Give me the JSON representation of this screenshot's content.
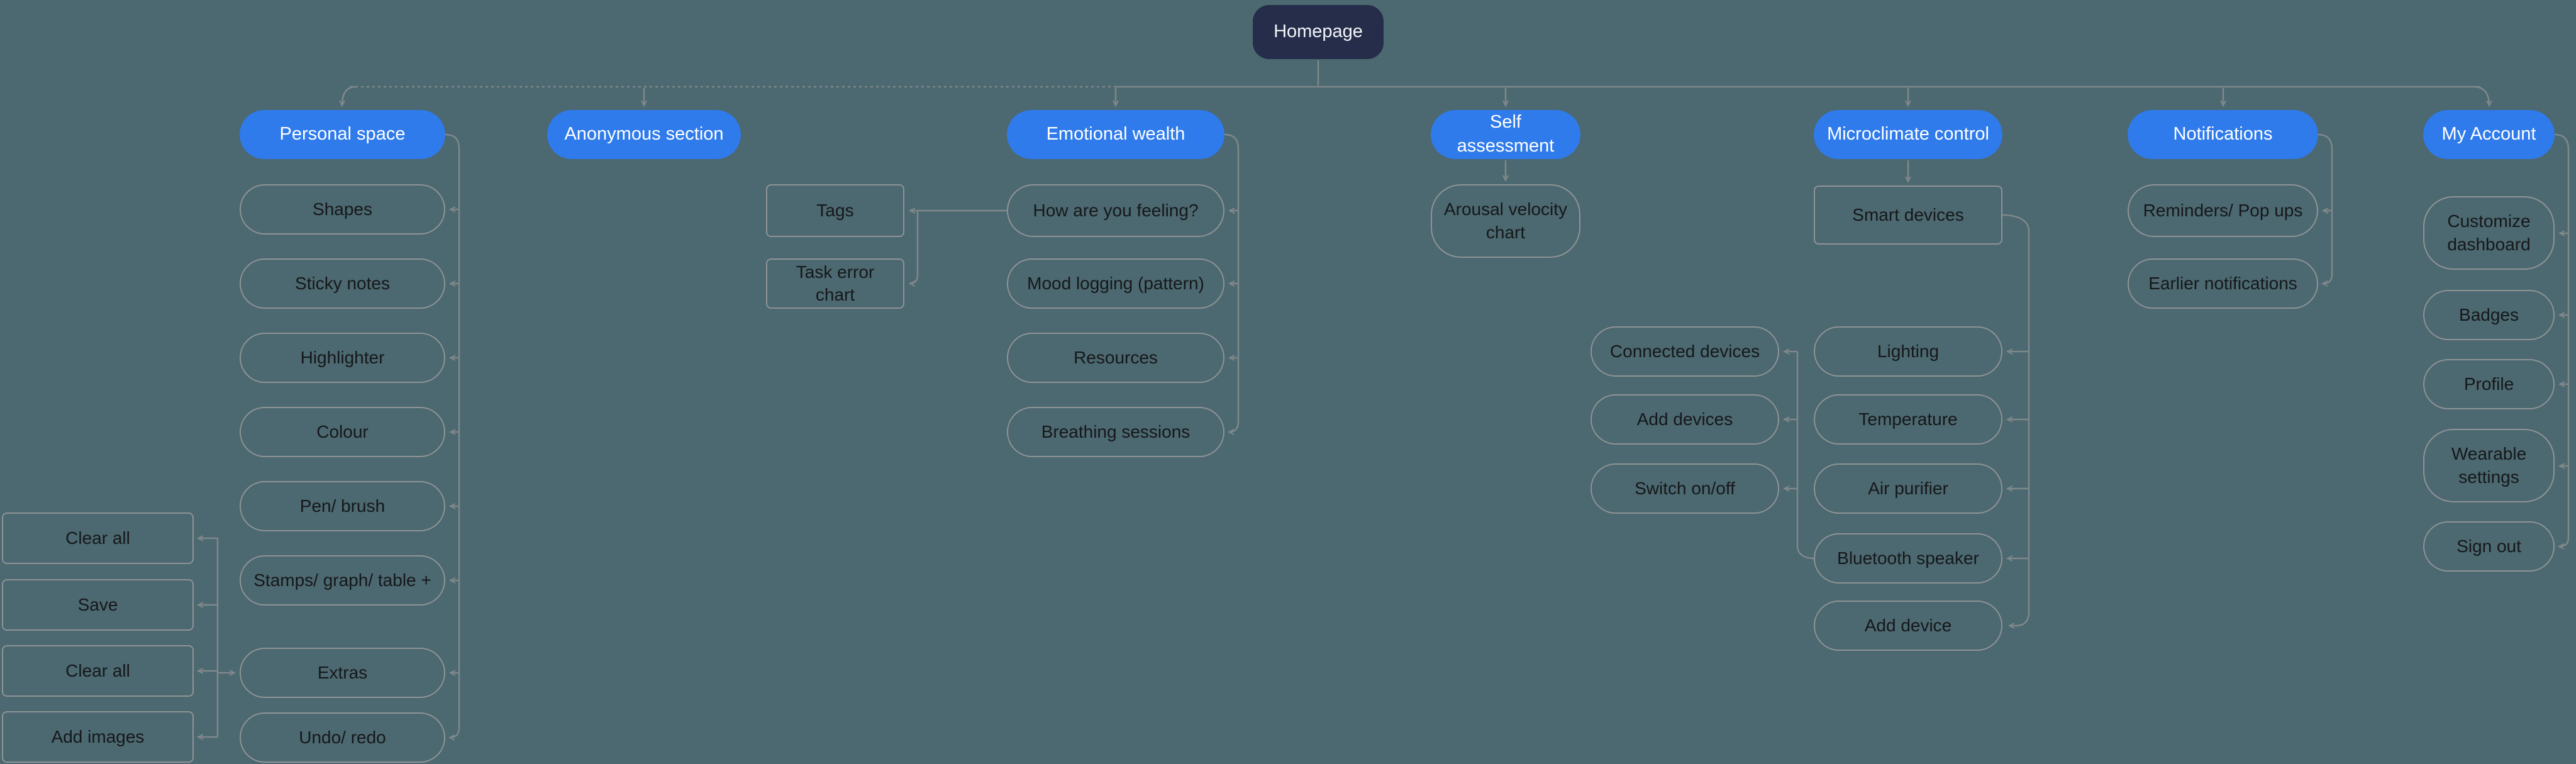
{
  "palette": {
    "background": "#4C6870",
    "primary_node": "#2F7BEC",
    "root_node": "#252D4A",
    "outline": "#8E9496",
    "wire": "#7F888B",
    "text_dark": "#15181A",
    "text_light": "#FFFFFF"
  },
  "mindmap": {
    "root": "Homepage",
    "sections": {
      "personal_space": {
        "label": "Personal space",
        "items": [
          "Shapes",
          "Sticky notes",
          "Highlighter",
          "Colour",
          "Pen/ brush",
          "Stamps/ graph/ table +",
          "Extras",
          "Undo/ redo"
        ]
      },
      "extras_menu": {
        "items": [
          "Clear all",
          "Save",
          "Clear all",
          "Add images"
        ]
      },
      "anonymous": {
        "label": "Anonymous section"
      },
      "emotional_wealth": {
        "label": "Emotional wealth",
        "items": [
          "How are you feeling?",
          "Mood logging (pattern)",
          "Resources",
          "Breathing sessions"
        ],
        "linked": [
          "Tags",
          "Task error chart"
        ]
      },
      "self_assessment": {
        "label": "Self assessment",
        "items": [
          "Arousal velocity chart"
        ]
      },
      "microclimate": {
        "label": "Microclimate control",
        "hub": "Smart devices",
        "devices": [
          "Lighting",
          "Temperature",
          "Air purifier",
          "Bluetooth speaker",
          "Add device"
        ],
        "actions": [
          "Connected devices",
          "Add devices",
          "Switch on/off"
        ]
      },
      "notifications": {
        "label": "Notifications",
        "items": [
          "Reminders/ Pop ups",
          "Earlier notifications"
        ]
      },
      "my_account": {
        "label": "My Account",
        "items": [
          "Customize dashboard",
          "Badges",
          "Profile",
          "Wearable settings",
          "Sign out"
        ]
      }
    }
  }
}
